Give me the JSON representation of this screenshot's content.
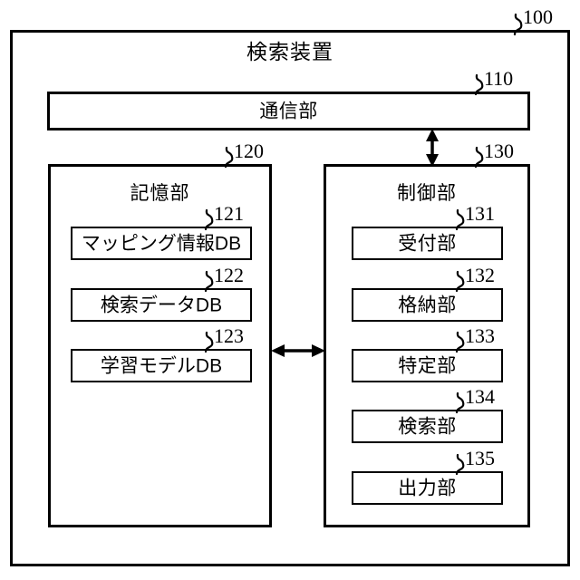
{
  "figure": {
    "device": {
      "ref": "100",
      "title": "検索装置"
    },
    "communication_unit": {
      "ref": "110",
      "label": "通信部"
    },
    "storage_unit": {
      "ref": "120",
      "label": "記憶部",
      "databases": [
        {
          "ref": "121",
          "label": "マッピング情報DB"
        },
        {
          "ref": "122",
          "label": "検索データDB"
        },
        {
          "ref": "123",
          "label": "学習モデルDB"
        }
      ]
    },
    "control_unit": {
      "ref": "130",
      "label": "制御部",
      "components": [
        {
          "ref": "131",
          "label": "受付部"
        },
        {
          "ref": "132",
          "label": "格納部"
        },
        {
          "ref": "133",
          "label": "特定部"
        },
        {
          "ref": "134",
          "label": "検索部"
        },
        {
          "ref": "135",
          "label": "出力部"
        }
      ]
    },
    "connectors": [
      {
        "name": "communication-to-control",
        "direction": "bidirectional",
        "orientation": "vertical"
      },
      {
        "name": "storage-to-control",
        "direction": "bidirectional",
        "orientation": "horizontal"
      }
    ],
    "colors": {
      "line": "#000000",
      "background": "#ffffff"
    }
  }
}
